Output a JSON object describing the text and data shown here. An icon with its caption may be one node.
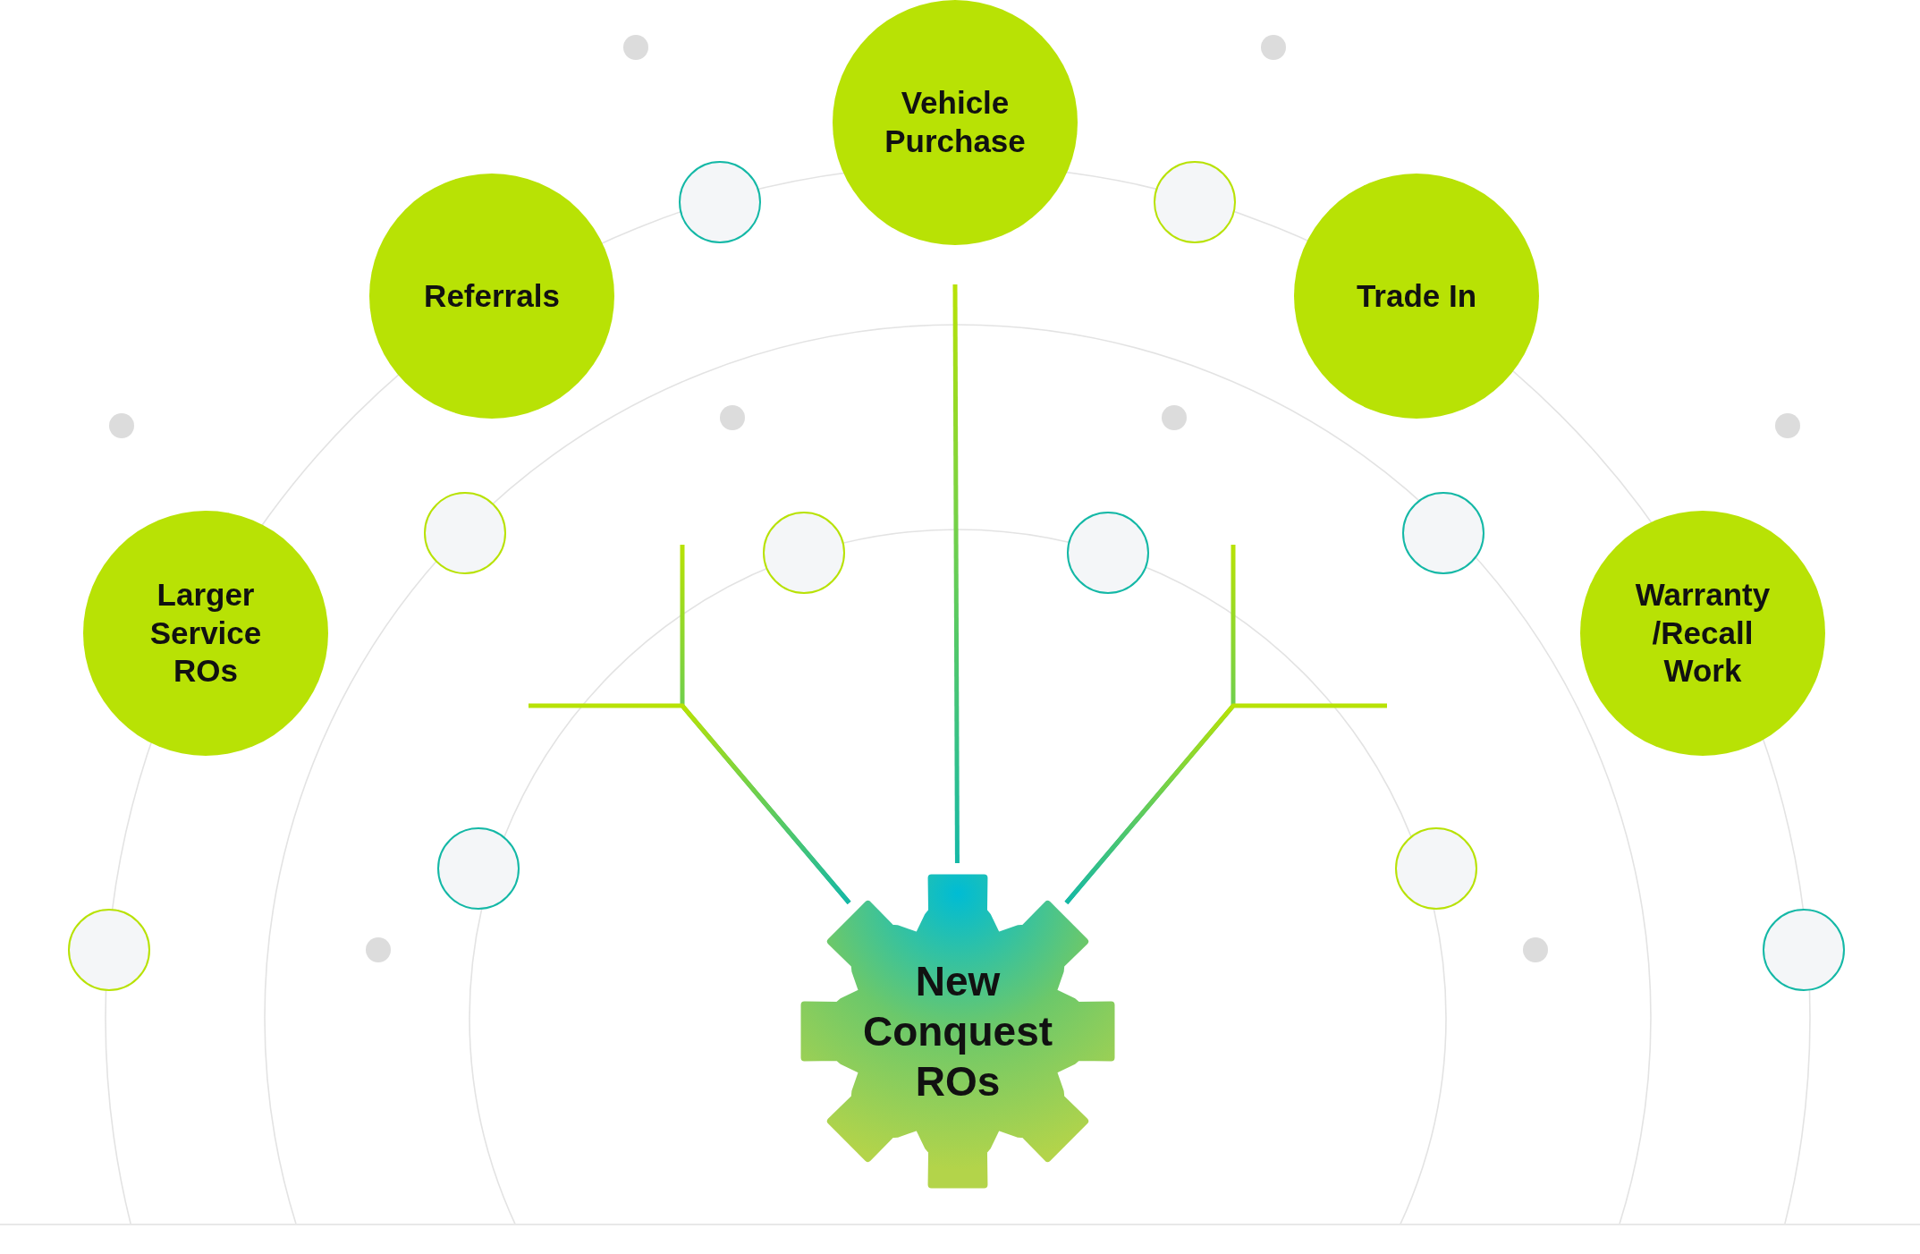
{
  "diagram": {
    "nodes": [
      {
        "text": [
          "Vehicle Purchase"
        ]
      },
      {
        "text": [
          "Referrals"
        ]
      },
      {
        "text": [
          "Trade In"
        ]
      },
      {
        "text": [
          "Larger Service ROs"
        ]
      },
      {
        "text": [
          "Warranty /Recall Work"
        ]
      },
      {
        "text": [
          "New Conquest ROs"
        ]
      },
      {
        "text": [],
        "shape": "circle"
      },
      {
        "text": [],
        "shape": "circle"
      },
      {
        "text": [],
        "shape": "circle"
      },
      {
        "text": [],
        "shape": "circle"
      },
      {
        "text": [],
        "shape": "circle"
      },
      {
        "text": [],
        "shape": "circle"
      },
      {
        "text": [],
        "shape": "circle"
      },
      {
        "text": [],
        "shape": "circle"
      },
      {
        "text": [],
        "shape": "circle"
      },
      {
        "text": [],
        "shape": "circle"
      }
    ],
    "edges": [
      {
        "from": 5,
        "to": 0,
        "arrow": "none"
      },
      {
        "from": 5,
        "to": null,
        "arrow": "none"
      },
      {
        "from": 5,
        "to": null,
        "arrow": "none"
      },
      {
        "from": 5,
        "to": null,
        "arrow": "none"
      },
      {
        "from": 5,
        "to": null,
        "arrow": "none"
      }
    ]
  }
}
